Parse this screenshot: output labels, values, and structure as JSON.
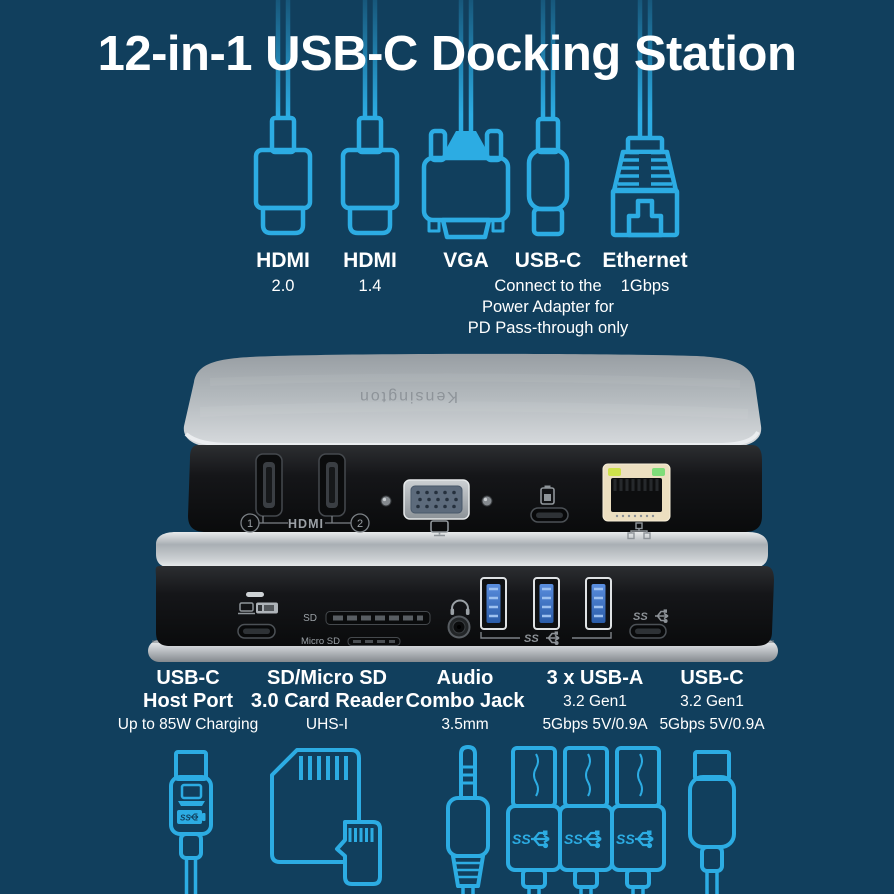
{
  "title": "12-in-1 USB-C Docking Station",
  "colors": {
    "background": "#113F5D",
    "accent": "#2CACE3",
    "label": "#FFFFFF"
  },
  "top_connectors": [
    {
      "label": "HDMI",
      "sublabel": "2.0"
    },
    {
      "label": "HDMI",
      "sublabel": "1.4"
    },
    {
      "label": "VGA",
      "sublabel": ""
    },
    {
      "label": "USB-C",
      "sublabel": "Connect to the\nPower Adapter for\nPD Pass-through only"
    },
    {
      "label": "Ethernet",
      "sublabel": "1Gbps"
    }
  ],
  "device": {
    "brand": "Kensington",
    "hdmi_port_1": "1",
    "hdmi_port_2": "2",
    "hdmi_label": "HDMI",
    "sd_label": "SD",
    "micro_sd_label": "Micro SD",
    "ss_label": "SS"
  },
  "bottom_ports": [
    {
      "line1": "USB-C",
      "line2": "Host Port",
      "line3": "Up to 85W Charging"
    },
    {
      "line1": "SD/Micro SD",
      "line2": "3.0 Card Reader",
      "line3": "UHS-I"
    },
    {
      "line1": "Audio",
      "line2": "Combo Jack",
      "line3": "3.5mm"
    },
    {
      "line1": "3 x USB-A",
      "line2": "3.2 Gen1",
      "line3": "5Gbps 5V/0.9A"
    },
    {
      "line1": "USB-C",
      "line2": "3.2 Gen1",
      "line3": "5Gbps 5V/0.9A"
    }
  ],
  "bottom_icon_ss": "SS"
}
